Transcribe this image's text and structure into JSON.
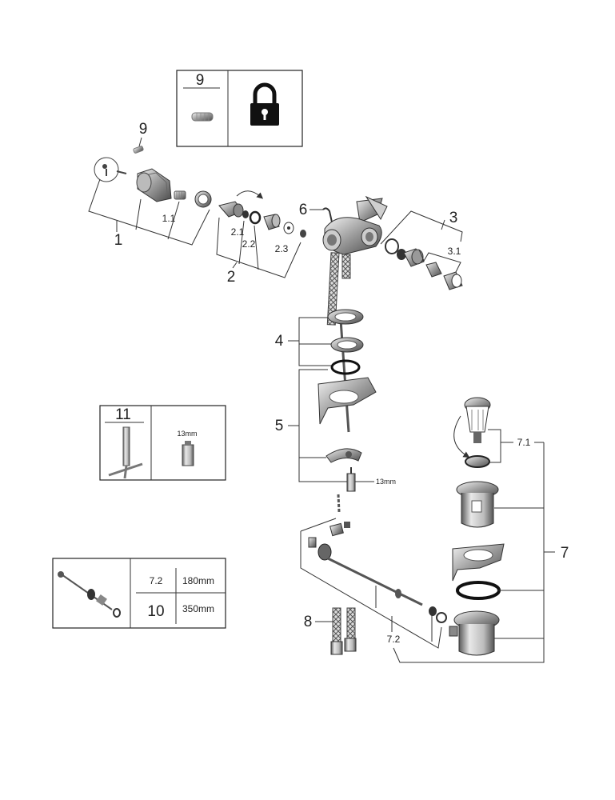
{
  "callouts": {
    "c9": "9",
    "c1": "1",
    "c1_1": "1.1",
    "c2": "2",
    "c2_1": "2.1",
    "c2_2": "2.2",
    "c2_3": "2.3",
    "c6": "6",
    "c3": "3",
    "c3_1": "3.1",
    "c4": "4",
    "c5": "5",
    "c5_size": "13mm",
    "c7": "7",
    "c7_1": "7.1",
    "c7_2": "7.2",
    "c8": "8"
  },
  "box_tool_9": {
    "number": "9",
    "icon": "padlock-icon"
  },
  "box_tool_11": {
    "number": "11",
    "size": "13mm"
  },
  "box_rod_table": {
    "rows": [
      {
        "ref": "7.2",
        "length": "180mm"
      },
      {
        "ref": "10",
        "length": "350mm"
      }
    ]
  }
}
